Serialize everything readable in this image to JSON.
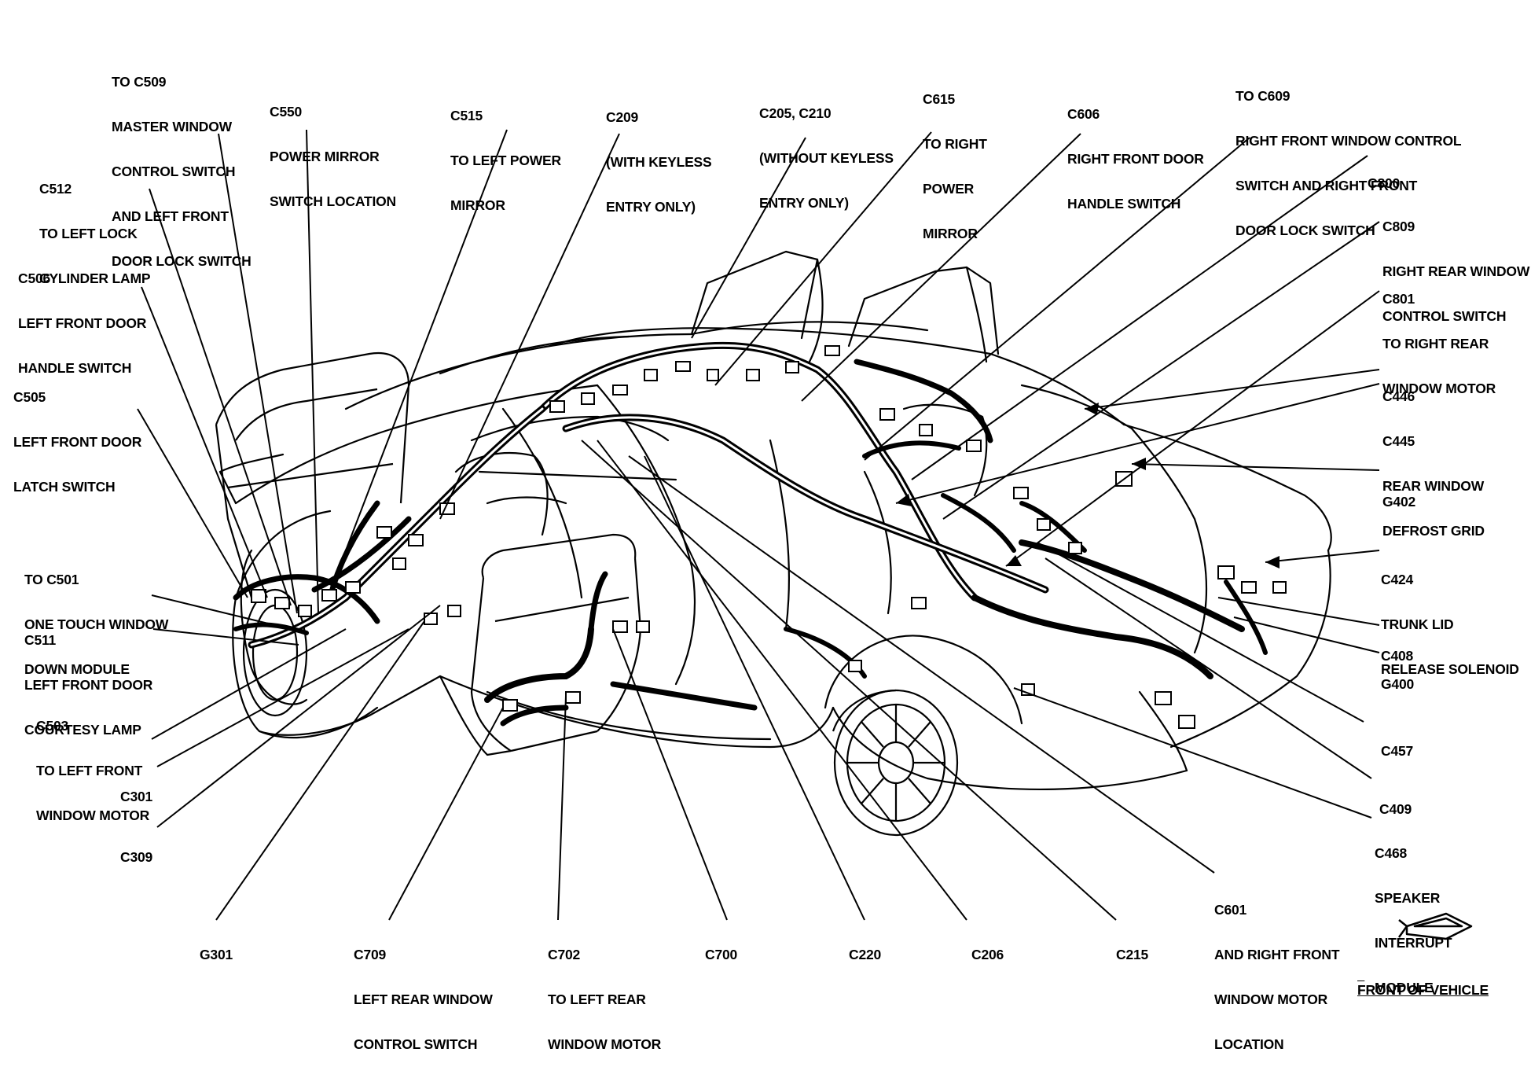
{
  "labels": {
    "c509": [
      "TO C509",
      "MASTER WINDOW",
      "CONTROL SWITCH",
      "AND LEFT FRONT",
      "DOOR LOCK SWITCH"
    ],
    "c550": [
      "C550",
      "POWER MIRROR",
      "SWITCH LOCATION"
    ],
    "c515": [
      "C515",
      "TO LEFT POWER",
      "MIRROR"
    ],
    "c209": [
      "C209",
      "(WITH KEYLESS",
      "ENTRY ONLY)"
    ],
    "c205": [
      "C205, C210",
      "(WITHOUT KEYLESS",
      "ENTRY ONLY)"
    ],
    "c615": [
      "C615",
      "TO RIGHT",
      "POWER",
      "MIRROR"
    ],
    "c606": [
      "C606",
      "RIGHT FRONT DOOR",
      "HANDLE SWITCH"
    ],
    "c609": [
      "TO C609",
      "RIGHT FRONT WINDOW CONTROL",
      "SWITCH AND RIGHT FRONT",
      "DOOR LOCK SWITCH"
    ],
    "c512": [
      "C512",
      "TO LEFT LOCK",
      "CYLINDER LAMP"
    ],
    "c506": [
      "C506",
      "LEFT FRONT DOOR",
      "HANDLE SWITCH"
    ],
    "c505": [
      "C505",
      "LEFT FRONT DOOR",
      "LATCH SWITCH"
    ],
    "c501": [
      "TO C501",
      "ONE TOUCH WINDOW",
      "DOWN MODULE"
    ],
    "c511": [
      "C511",
      "LEFT FRONT DOOR",
      "COURTESY LAMP"
    ],
    "c503": [
      "C503",
      "TO LEFT FRONT",
      "WINDOW MOTOR"
    ],
    "c301": [
      "C301"
    ],
    "c309": [
      "C309"
    ],
    "c800": [
      "C800"
    ],
    "c809": [
      "C809",
      "RIGHT REAR WINDOW",
      "CONTROL SWITCH"
    ],
    "c801": [
      "C801",
      "TO RIGHT REAR",
      "WINDOW MOTOR"
    ],
    "c446": [
      "C446",
      "C445",
      "REAR WINDOW",
      "DEFROST GRID"
    ],
    "g402": [
      "G402"
    ],
    "c424": [
      "C424",
      "TRUNK LID",
      "RELEASE SOLENOID"
    ],
    "c408": [
      "C408"
    ],
    "g400": [
      "G400"
    ],
    "c457": [
      "C457"
    ],
    "c409": [
      "C409"
    ],
    "c468": [
      "C468",
      "SPEAKER",
      "INTERRUPT",
      "MODULE"
    ],
    "g301": [
      "G301"
    ],
    "c709": [
      "C709",
      "LEFT REAR WINDOW",
      "CONTROL SWITCH"
    ],
    "c702": [
      "C702",
      "TO LEFT REAR",
      "WINDOW MOTOR"
    ],
    "c700": [
      "C700"
    ],
    "c220": [
      "C220"
    ],
    "c206": [
      "C206"
    ],
    "c215": [
      "C215"
    ],
    "c601": [
      "C601",
      "AND RIGHT FRONT",
      "WINDOW MOTOR",
      "LOCATION"
    ],
    "front": [
      "FRONT OF VEHICLE"
    ]
  },
  "colors": {
    "ink": "#000000",
    "paper": "#ffffff"
  }
}
